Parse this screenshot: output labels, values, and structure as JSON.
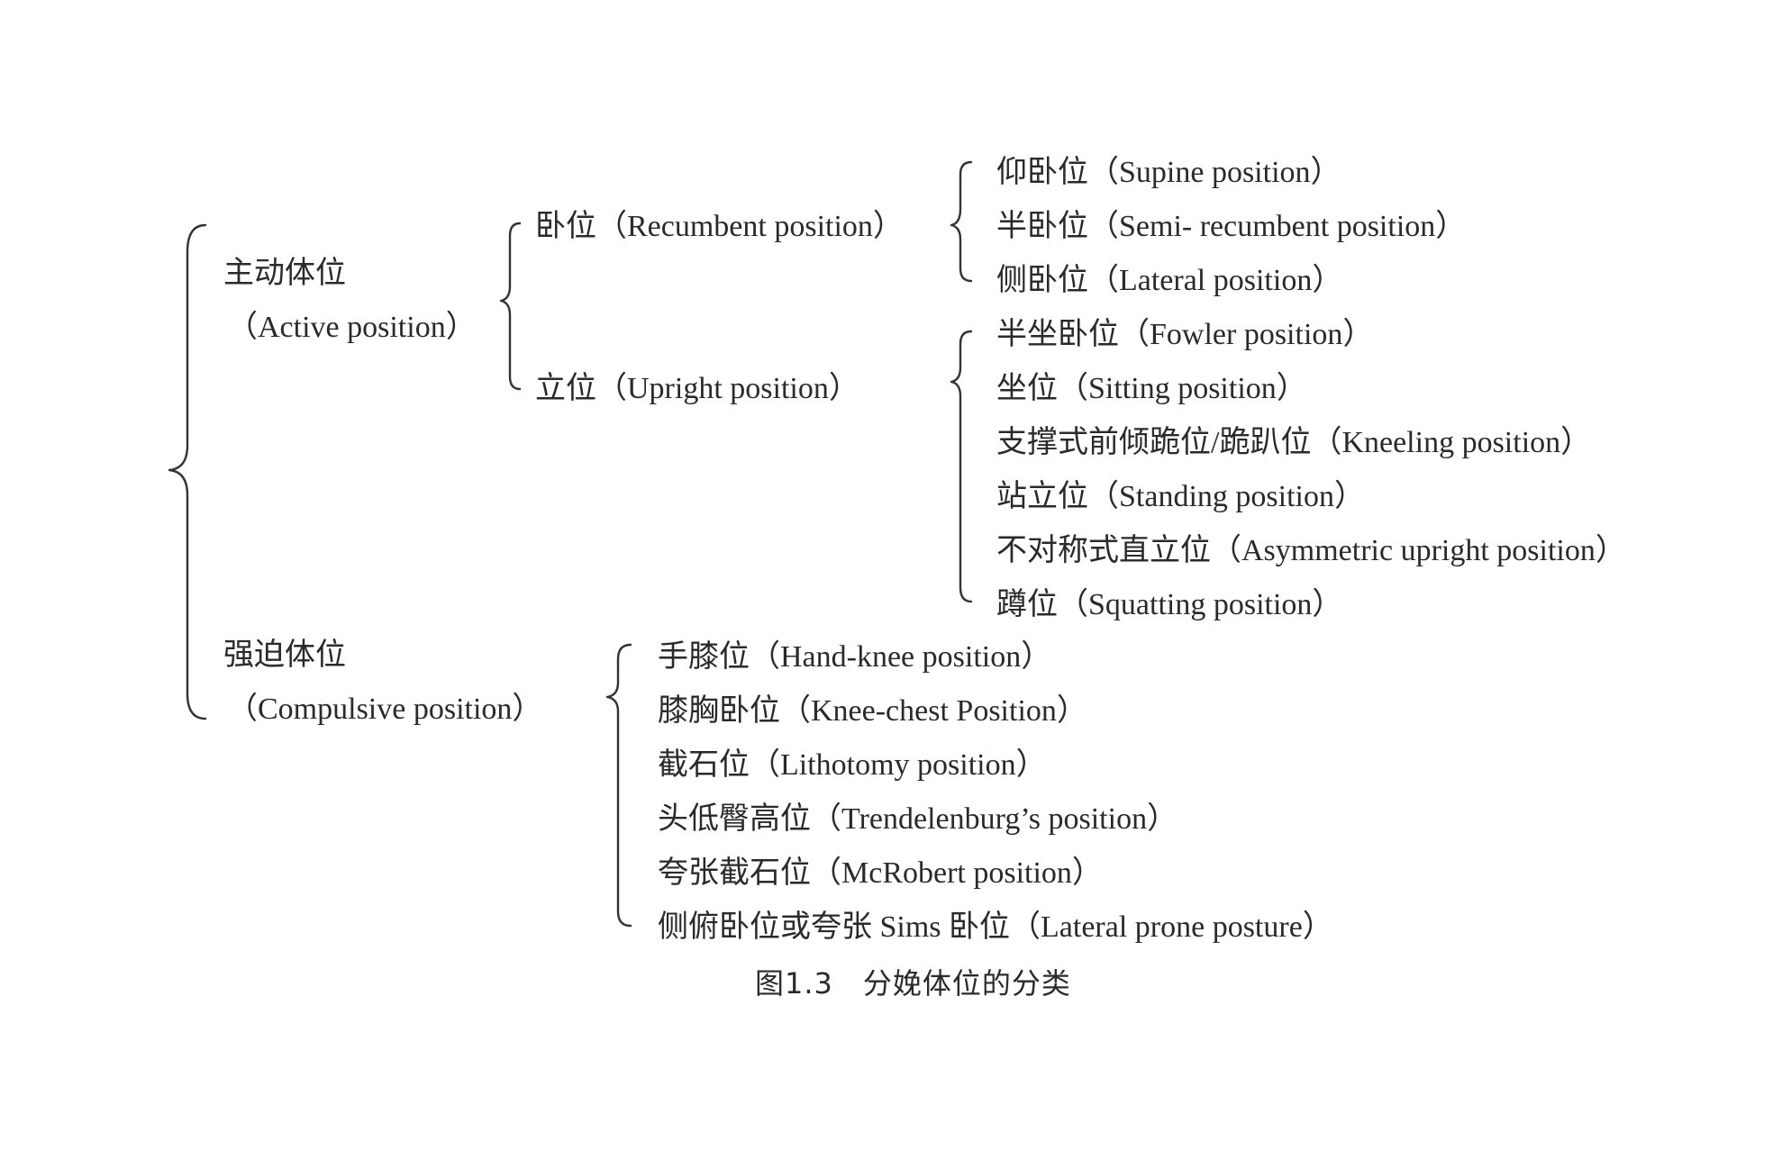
{
  "tree": {
    "root_active": {
      "label_cn": "主动体位",
      "label_en": "（Active position）"
    },
    "root_compulsive": {
      "label_cn": "强迫体位",
      "label_en": "（Compulsive position）"
    },
    "recumbent": "卧位（Recumbent position）",
    "upright": "立位（Upright position）",
    "recumbent_items": [
      "仰卧位（Supine position）",
      "半卧位（Semi- recumbent position）",
      "侧卧位（Lateral position）"
    ],
    "upright_items": [
      "半坐卧位（Fowler position）",
      "坐位（Sitting position）",
      "支撑式前倾跪位/跪趴位（Kneeling position）",
      "站立位（Standing position）",
      "不对称式直立位（Asymmetric upright position）",
      "蹲位（Squatting position）"
    ],
    "compulsive_items": [
      "手膝位（Hand-knee position）",
      "膝胸卧位（Knee-chest Position）",
      "截石位（Lithotomy position）",
      "头低臀高位（Trendelenburg’s position）",
      "夸张截石位（McRobert position）",
      "侧俯卧位或夸张 Sims 卧位（Lateral prone posture）"
    ]
  },
  "caption": "图1.3　分娩体位的分类"
}
